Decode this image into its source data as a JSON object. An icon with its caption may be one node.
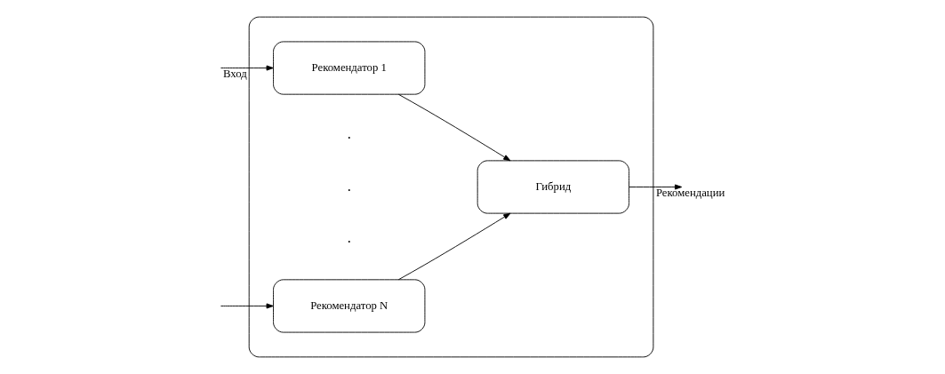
{
  "diagram": {
    "nodes": [
      {
        "text": [],
        "shape": "box"
      },
      {
        "text": [
          "Рекомендатор 1"
        ],
        "in": 0
      },
      {
        "text": [
          "Рекомендатор N"
        ],
        "in": 0
      },
      {
        "text": [
          "Гибрид"
        ],
        "in": 0
      }
    ],
    "edges": [
      {
        "from": null,
        "to": 1,
        "arrow": "to",
        "label": "Вход"
      },
      {
        "from": null,
        "to": 2,
        "arrow": "to"
      },
      {
        "from": 1,
        "to": 3,
        "arrow": "to"
      },
      {
        "from": 2,
        "to": 3,
        "arrow": "to"
      },
      {
        "from": 3,
        "to": null,
        "arrow": "to",
        "label": "Рекомендации"
      }
    ],
    "labels": [
      ".",
      ".",
      "."
    ]
  }
}
